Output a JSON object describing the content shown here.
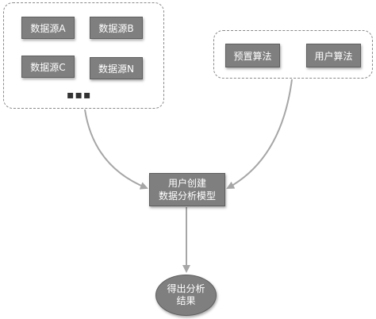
{
  "sources": {
    "items": [
      "数据源A",
      "数据源B",
      "数据源C",
      "数据源N"
    ],
    "ellipsis": "▪▪▪"
  },
  "algorithms": {
    "items": [
      "预置算法",
      "用户算法"
    ]
  },
  "model": {
    "line1": "用户创建",
    "line2": "数据分析模型"
  },
  "result": {
    "line1": "得出分析",
    "line2": "结果"
  },
  "colors": {
    "box_fill": "#7f7f7f",
    "dashed_border": "#8a8a8a",
    "arrow": "#a6a6a6"
  }
}
